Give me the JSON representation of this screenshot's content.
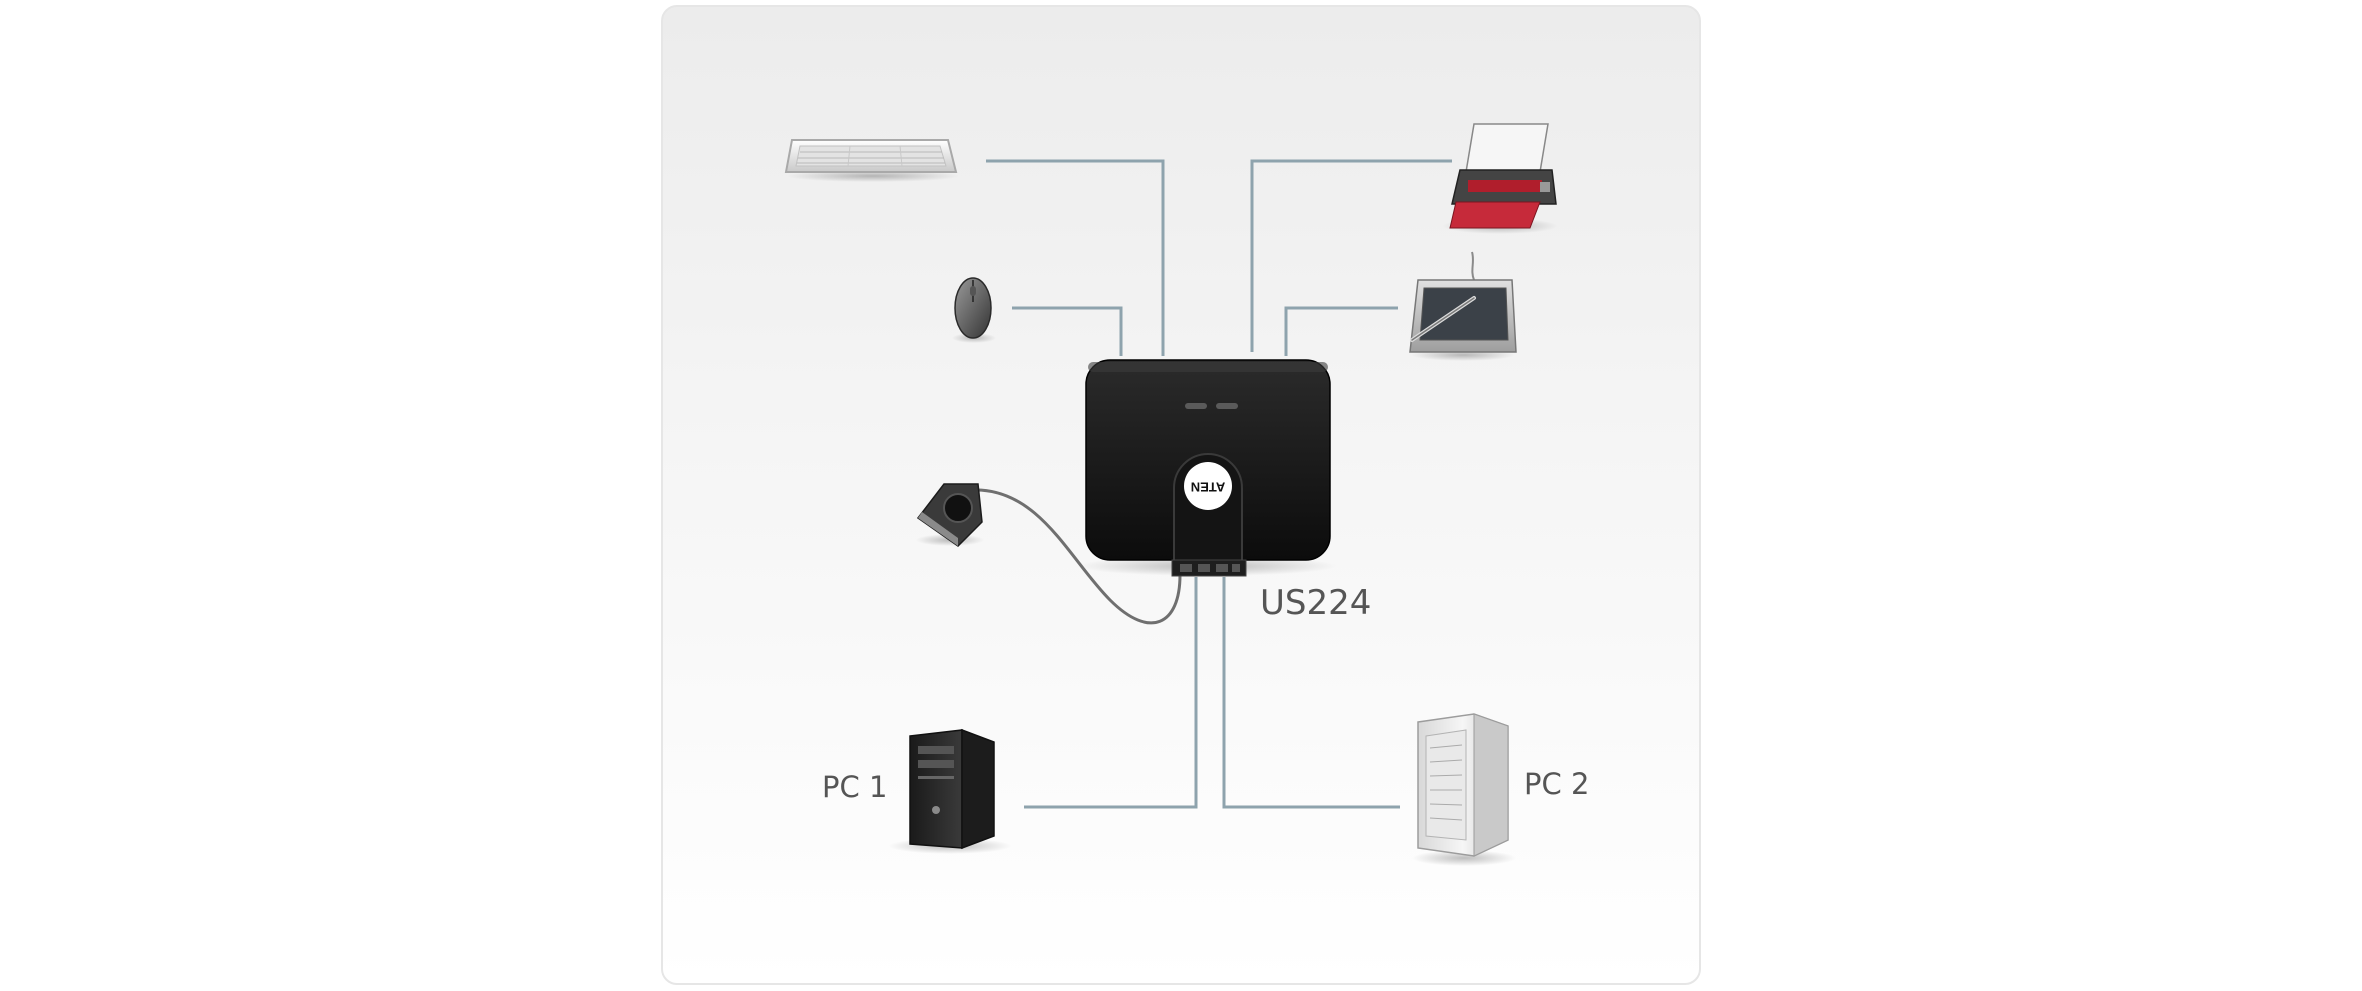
{
  "device": {
    "name": "US224",
    "brand": "ATEN"
  },
  "computers": [
    {
      "label": "PC 1"
    },
    {
      "label": "PC 2"
    }
  ],
  "peripherals": [
    {
      "icon": "keyboard-icon"
    },
    {
      "icon": "mouse-icon"
    },
    {
      "icon": "printer-icon"
    },
    {
      "icon": "drawing-tablet-icon"
    },
    {
      "icon": "remote-port-selector-icon"
    }
  ],
  "colors": {
    "cable": "#8ea3ad",
    "device": "#1a1a1a",
    "text": "#555555"
  }
}
